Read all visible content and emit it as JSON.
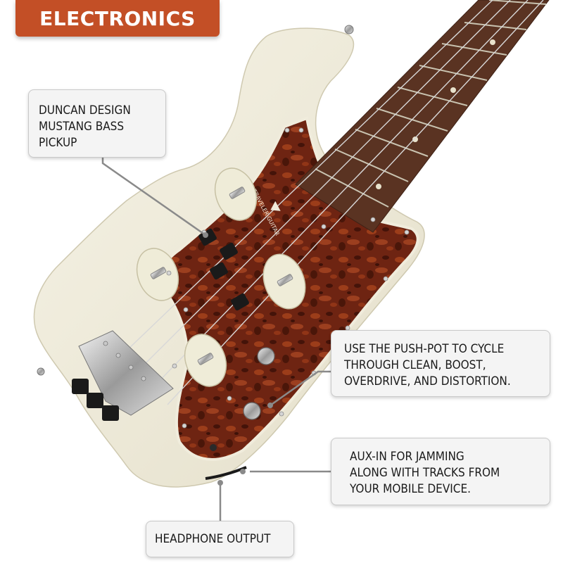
{
  "header": {
    "title": "ELECTRONICS"
  },
  "colors": {
    "header_bg": "#c34f26",
    "body_finish": "#f1eedd",
    "pickguard": "#7a2a14",
    "fretboard": "#5a3322",
    "callout_bg": "#f4f4f4"
  },
  "guitar": {
    "headstock_logo": "TRAVELER GUITAR"
  },
  "callouts": {
    "pickup": "DUNCAN DESIGN\nMUSTANG BASS\nPICKUP",
    "pushpot": "USE THE PUSH-POT TO CYCLE\nTHROUGH CLEAN, BOOST,\nOVERDRIVE, AND DISTORTION.",
    "auxin": "AUX-IN FOR JAMMING\nALONG WITH TRACKS FROM\nYOUR MOBILE DEVICE.",
    "headphone": "HEADPHONE OUTPUT"
  }
}
